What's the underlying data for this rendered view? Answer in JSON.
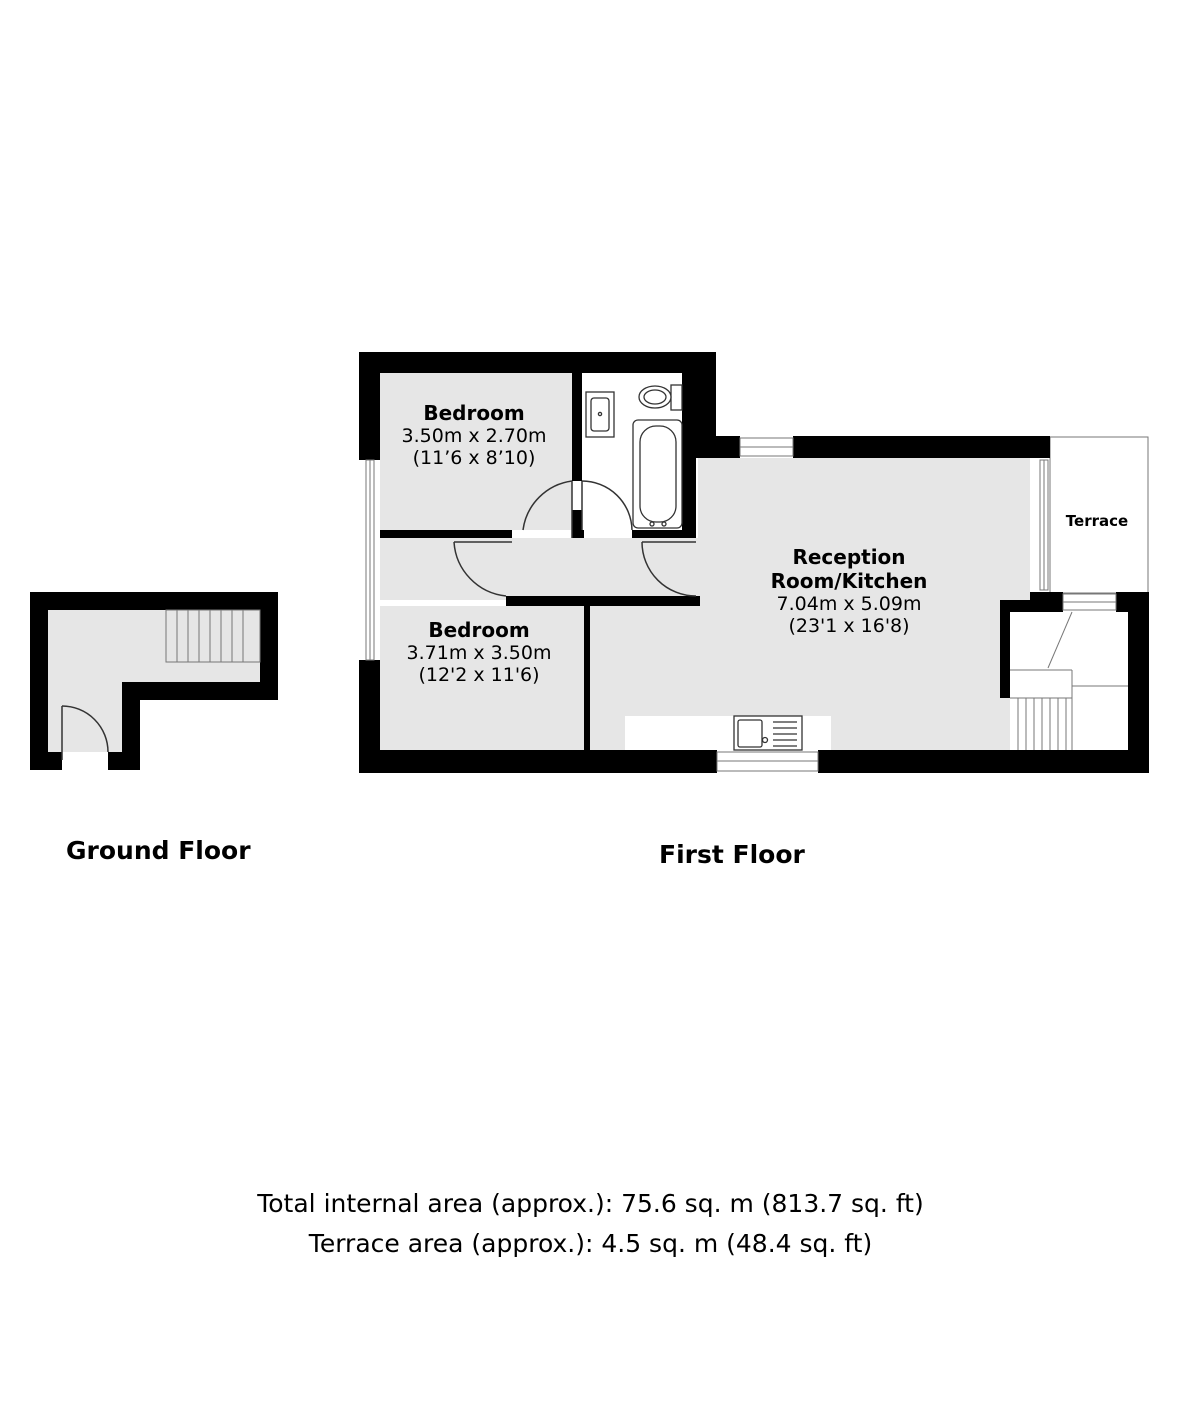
{
  "rooms": {
    "bedroom_1": {
      "name": "Bedroom",
      "size_m": "3.50m x 2.70m",
      "size_ft": "(11’6 x 8’10)"
    },
    "bedroom_2": {
      "name": "Bedroom",
      "size_m": "3.71m x 3.50m",
      "size_ft": "(12'2 x 11'6)"
    },
    "reception": {
      "name_line1": "Reception",
      "name_line2": "Room/Kitchen",
      "size_m": "7.04m x 5.09m",
      "size_ft": "(23'1 x 16'8)"
    },
    "terrace": {
      "name": "Terrace"
    }
  },
  "floors": {
    "ground": "Ground Floor",
    "first": "First Floor"
  },
  "areas": {
    "total": "Total internal area (approx.): 75.6 sq. m (813.7 sq. ft)",
    "terrace": "Terrace area (approx.): 4.5 sq. m (48.4 sq. ft)"
  },
  "colors": {
    "wall": "#000000",
    "floor_fill": "#e6e6e6",
    "background": "#ffffff"
  }
}
